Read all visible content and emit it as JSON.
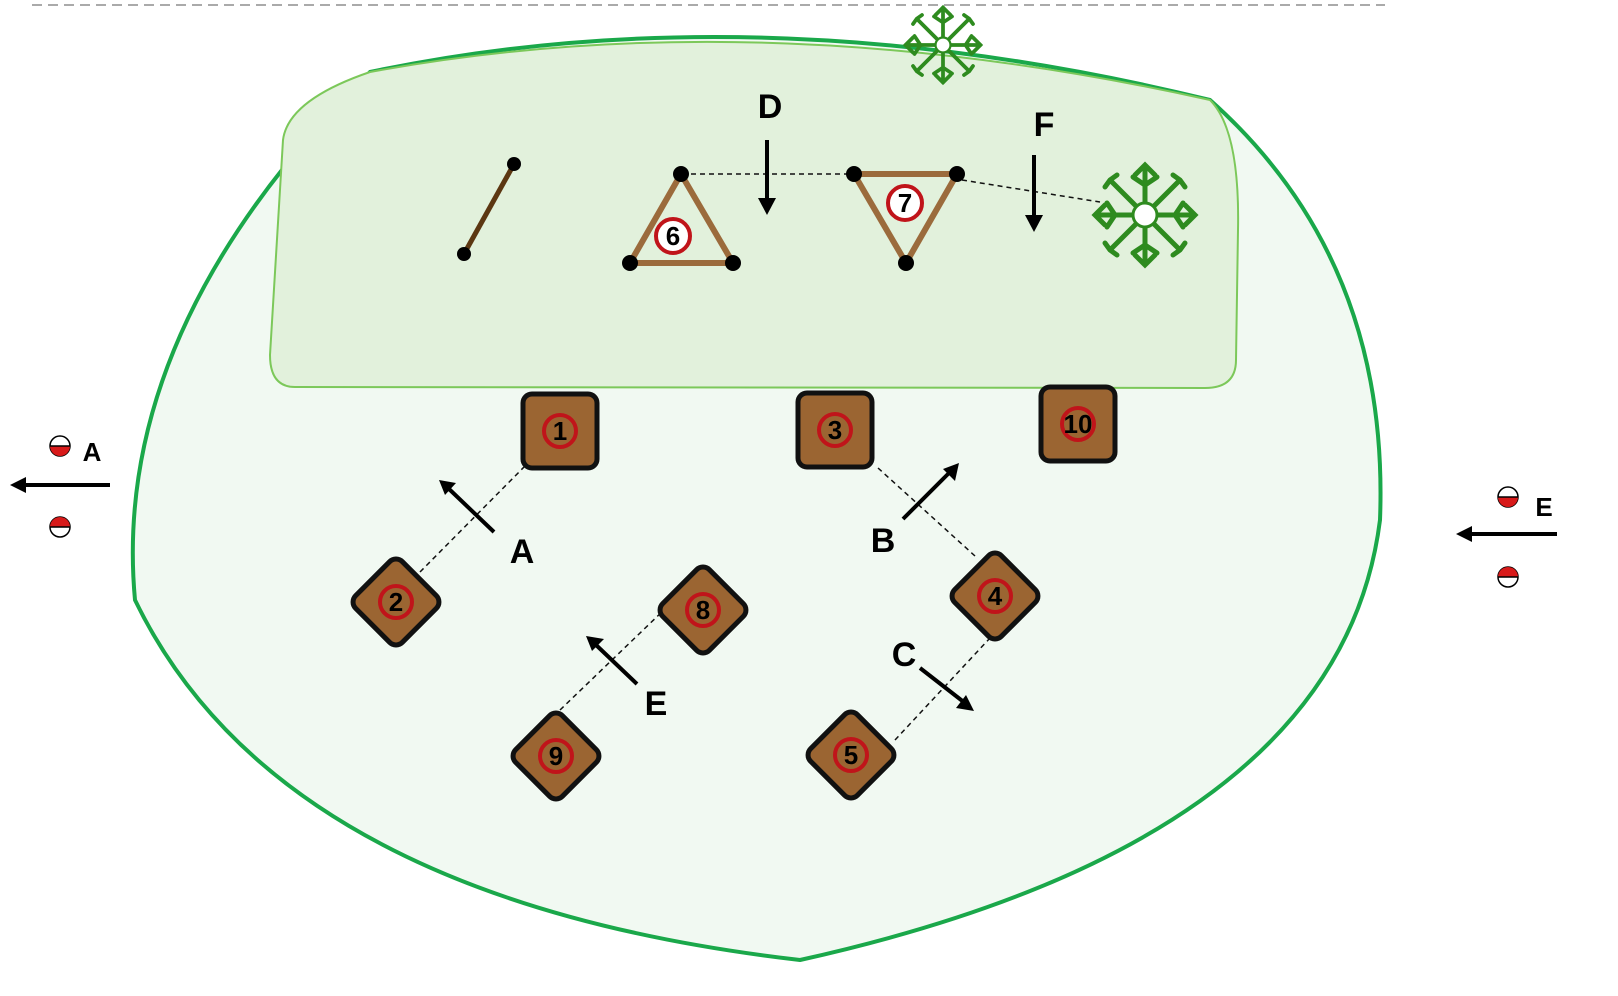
{
  "diagram": {
    "colors": {
      "cell_stroke": "#1aa84a",
      "cell_fill": "#f1f9f2",
      "inner_stroke": "#7cc85a",
      "inner_fill": "#e2f1dc",
      "protein_fill": "#9b6532",
      "protein_stroke": "#111111",
      "ring": "#c0141a",
      "triangle_edge": "#9b6b3c",
      "rod": "#5c3712",
      "leaf": "#2e8b1f"
    },
    "proteins": [
      {
        "id": "1",
        "label": "1",
        "shape": "square"
      },
      {
        "id": "2",
        "label": "2",
        "shape": "diamond"
      },
      {
        "id": "3",
        "label": "3",
        "shape": "square"
      },
      {
        "id": "4",
        "label": "4",
        "shape": "diamond"
      },
      {
        "id": "5",
        "label": "5",
        "shape": "diamond"
      },
      {
        "id": "8",
        "label": "8",
        "shape": "diamond"
      },
      {
        "id": "9",
        "label": "9",
        "shape": "diamond"
      },
      {
        "id": "10",
        "label": "10",
        "shape": "square"
      }
    ],
    "triangles": [
      {
        "id": "6",
        "label": "6",
        "orientation": "up"
      },
      {
        "id": "7",
        "label": "7",
        "orientation": "down"
      }
    ],
    "arrow_labels": {
      "A": "A",
      "B": "B",
      "C": "C",
      "D": "D",
      "E": "E",
      "F": "F"
    },
    "side_labels": {
      "left": "A",
      "right": "E"
    },
    "icons": [
      "plant-icon",
      "plant-icon",
      "half-filled-circle-icon"
    ]
  }
}
